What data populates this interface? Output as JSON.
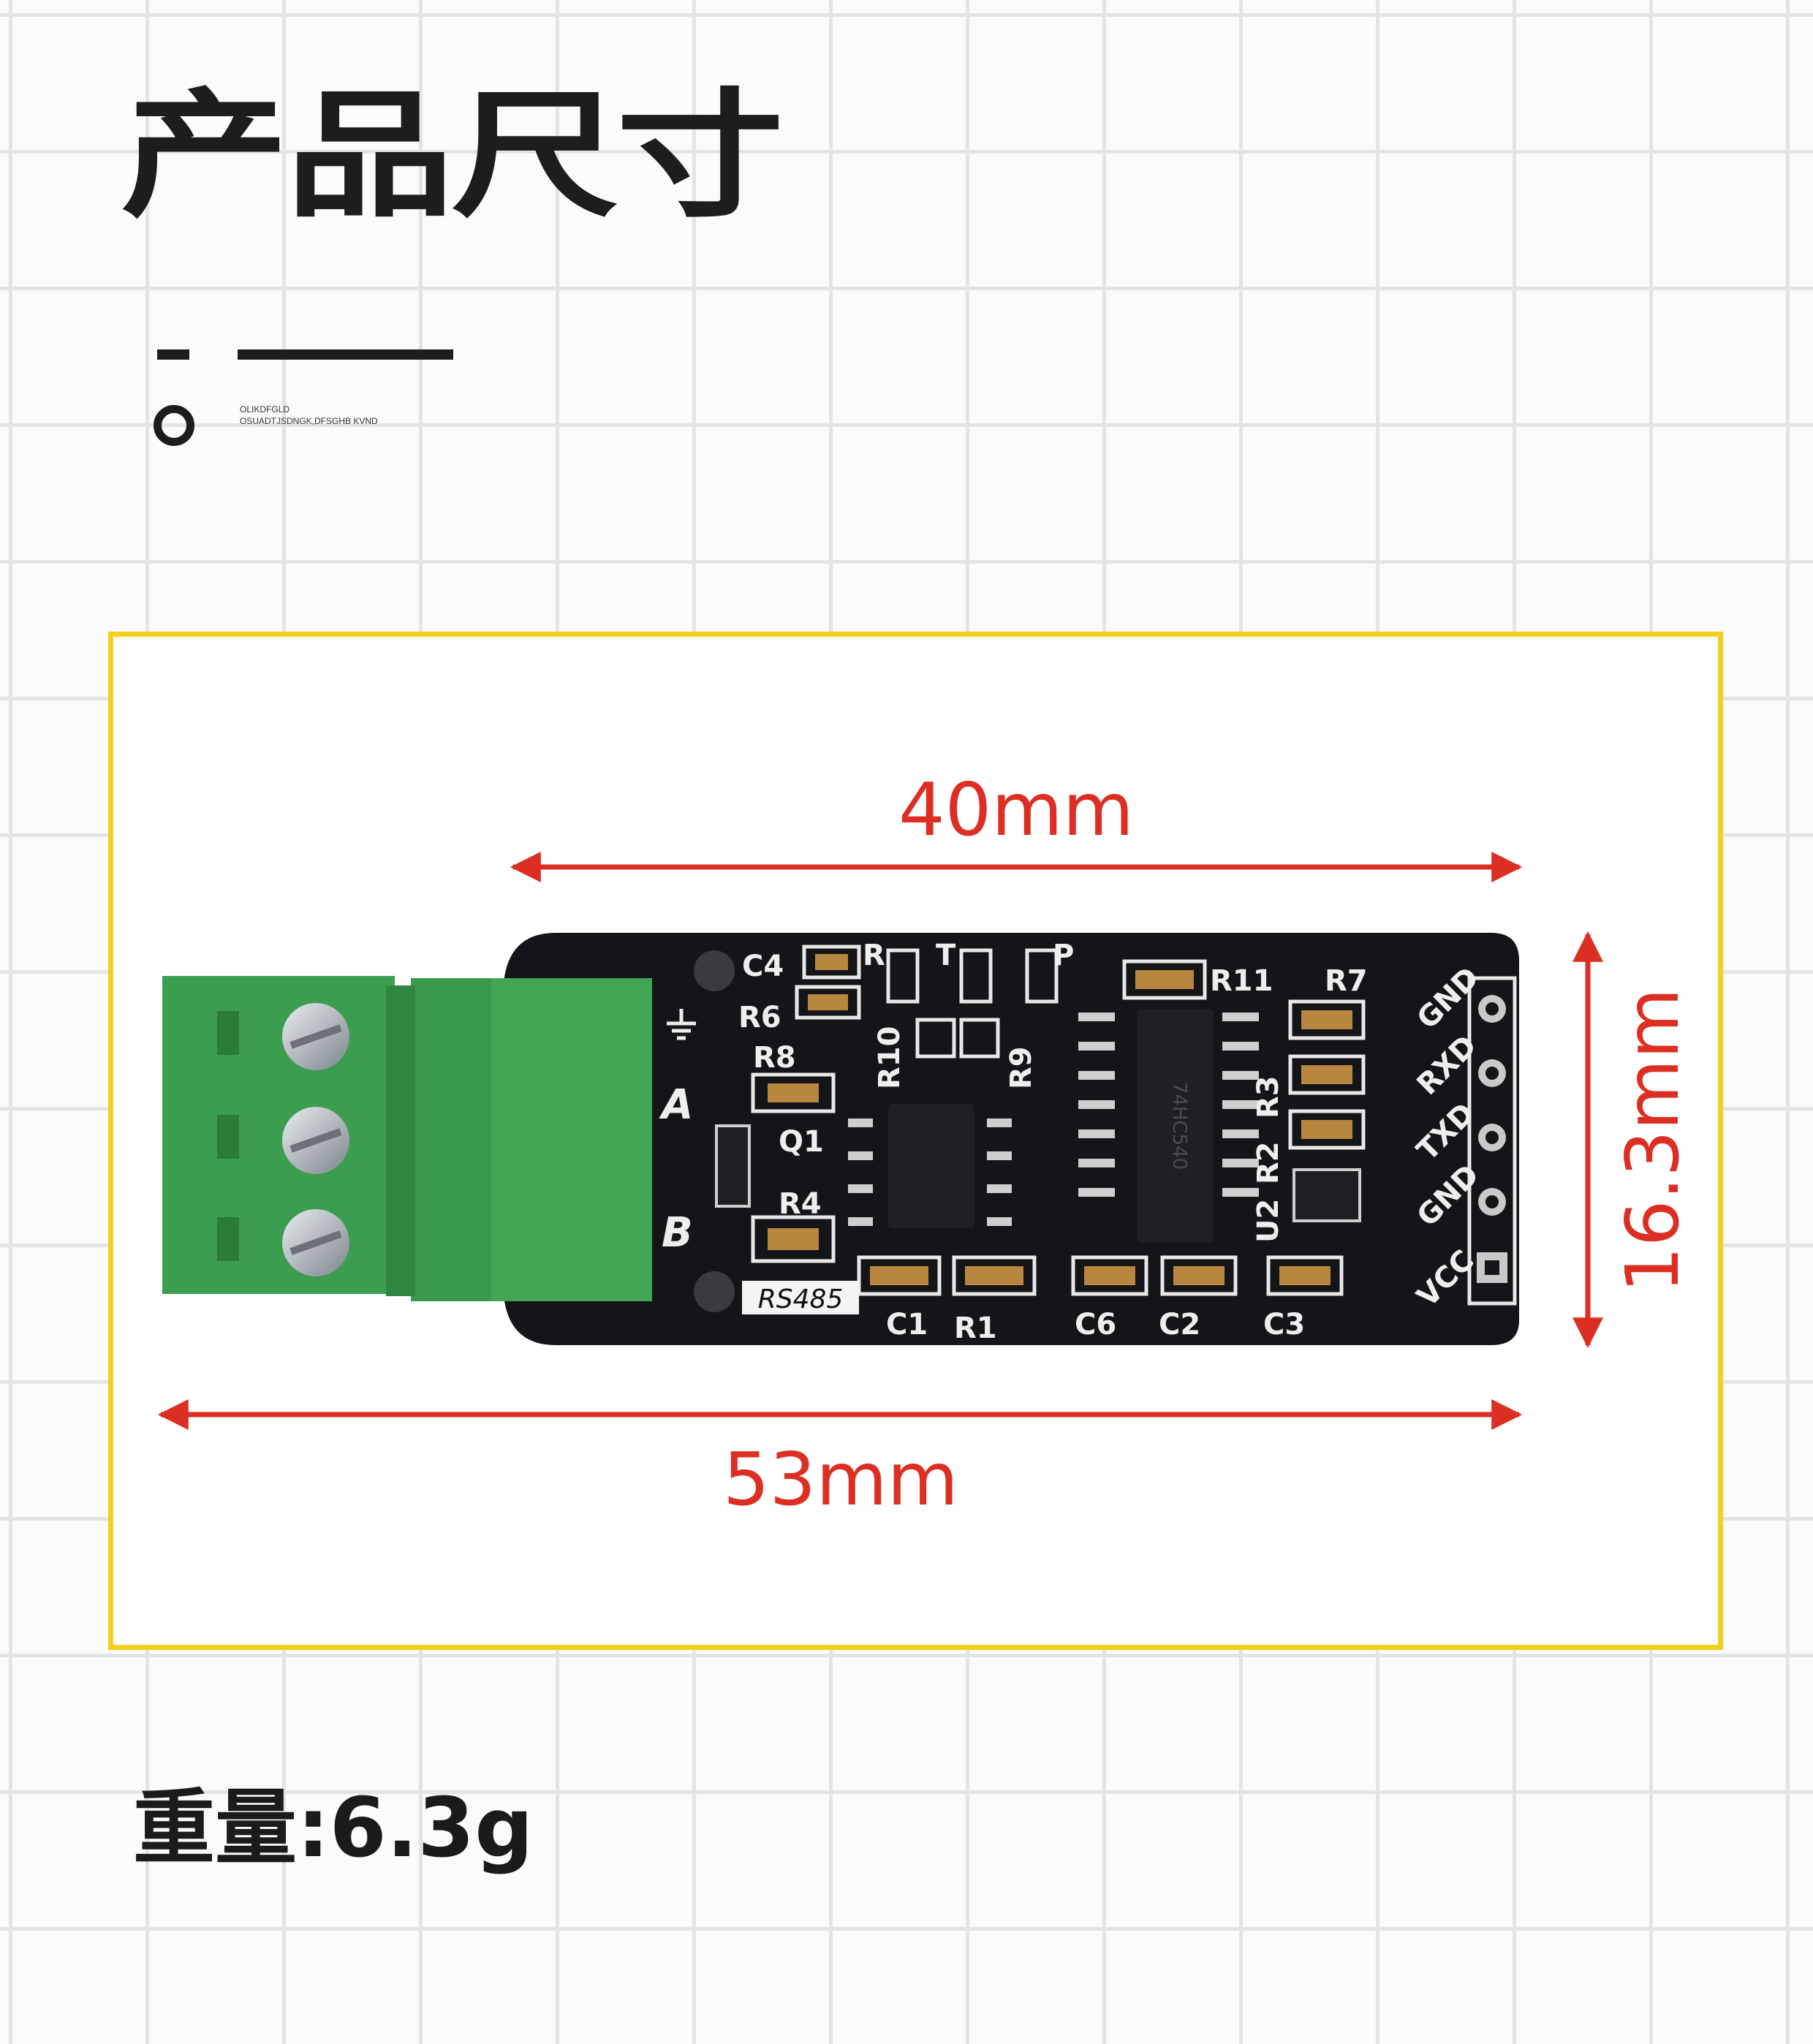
{
  "title": "产品尺寸",
  "decoration_text": "OLIKDFGLD OSUADTJSDNGK,DFSGHB KVND",
  "dimensions": {
    "length_top": "40mm",
    "length_bottom": "53mm",
    "height": "16.3mm"
  },
  "weight_label": "重量:6.3g",
  "board": {
    "label": "RS485",
    "terminal_labels": [
      "A",
      "B"
    ],
    "pin_labels": [
      "GND",
      "RXD",
      "TXD",
      "GND",
      "VCC"
    ],
    "component_labels": [
      "C4",
      "R6",
      "R8",
      "Q1",
      "R4",
      "R10",
      "R9",
      "R",
      "T",
      "P",
      "R11",
      "R7",
      "R3",
      "R2",
      "U2",
      "C1",
      "R1",
      "C6",
      "C2",
      "C3"
    ],
    "chip_marking": "74HC540"
  },
  "colors": {
    "accent": "#dd2e24",
    "frame": "#f5cf1f",
    "pcb": "#141518",
    "terminal": "#3b9d4f"
  }
}
